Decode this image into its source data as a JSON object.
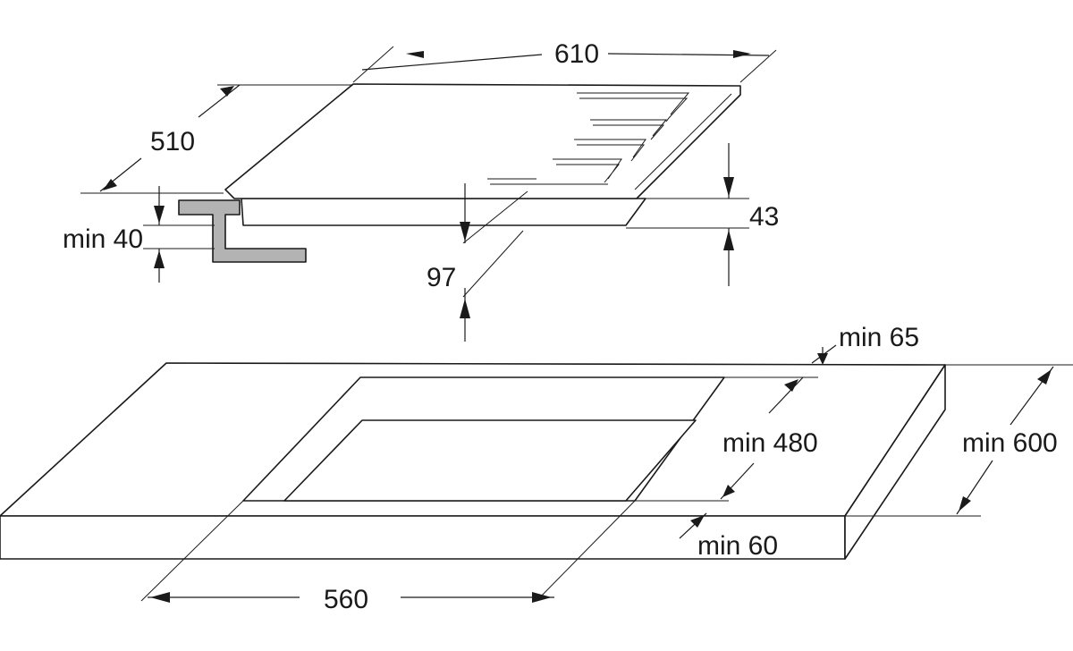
{
  "dimensions": {
    "hob_width": "610",
    "hob_depth": "510",
    "hob_height": "43",
    "under_hob_depth": "97",
    "min_worktop_thickness": "min 40",
    "min_rear_clearance": "min 65",
    "min_cutout_depth": "min 480",
    "min_worktop_depth": "min 600",
    "min_front_clearance": "min 60",
    "cutout_width": "560"
  },
  "colors": {
    "line": "#1a1a1a",
    "support_bracket": "#b3b3b3",
    "background": "#ffffff"
  }
}
